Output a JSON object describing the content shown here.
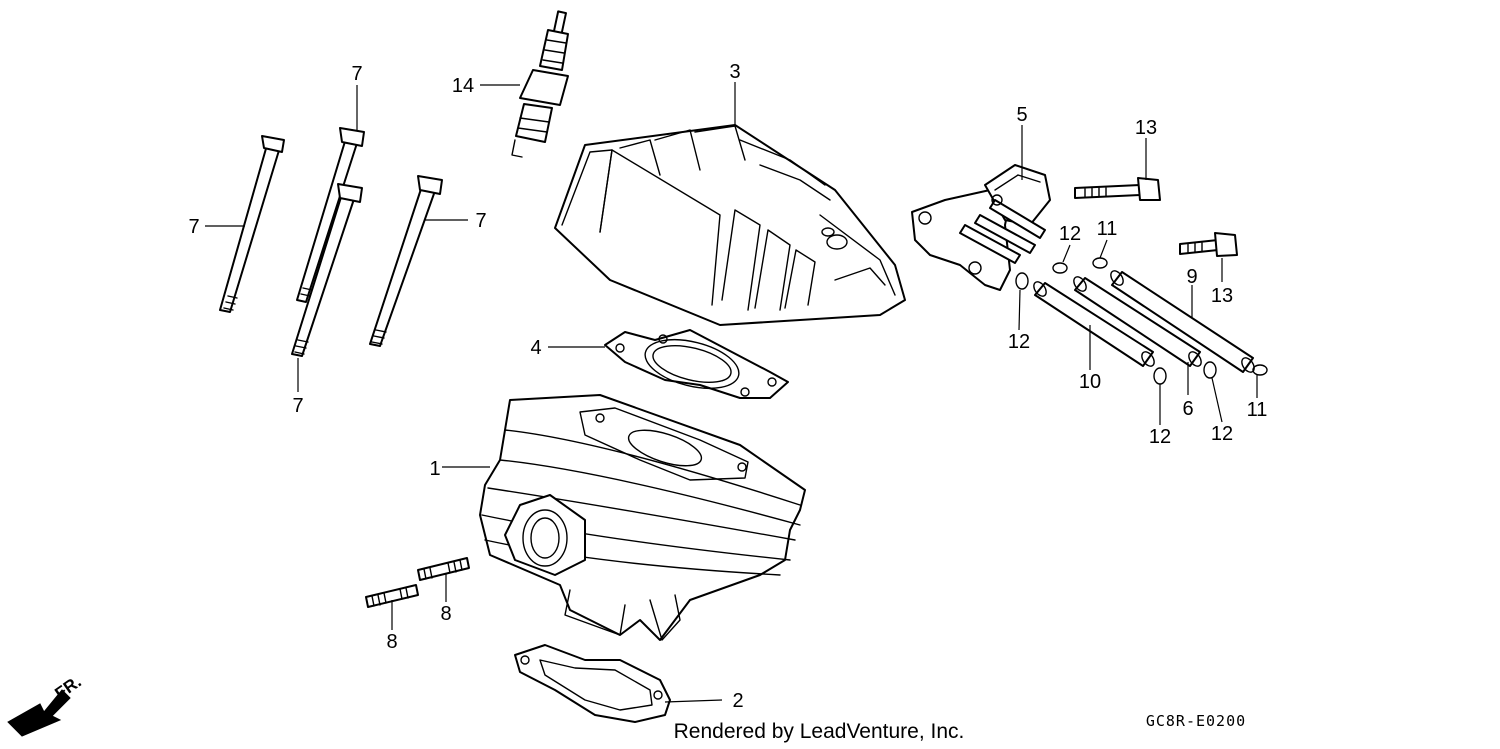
{
  "callouts": {
    "c1": "1",
    "c2": "2",
    "c3": "3",
    "c4": "4",
    "c5": "5",
    "c6": "6",
    "c7a": "7",
    "c7b": "7",
    "c7c": "7",
    "c7d": "7",
    "c8a": "8",
    "c8b": "8",
    "c9": "9",
    "c10": "10",
    "c11a": "11",
    "c11b": "11",
    "c12a": "12",
    "c12b": "12",
    "c12c": "12",
    "c12d": "12",
    "c13a": "13",
    "c13b": "13",
    "c14": "14"
  },
  "front_indicator": "FR.",
  "footer": {
    "rendered_by": "Rendered by LeadVenture, Inc."
  },
  "diagram_code": "GC8R-E0200"
}
